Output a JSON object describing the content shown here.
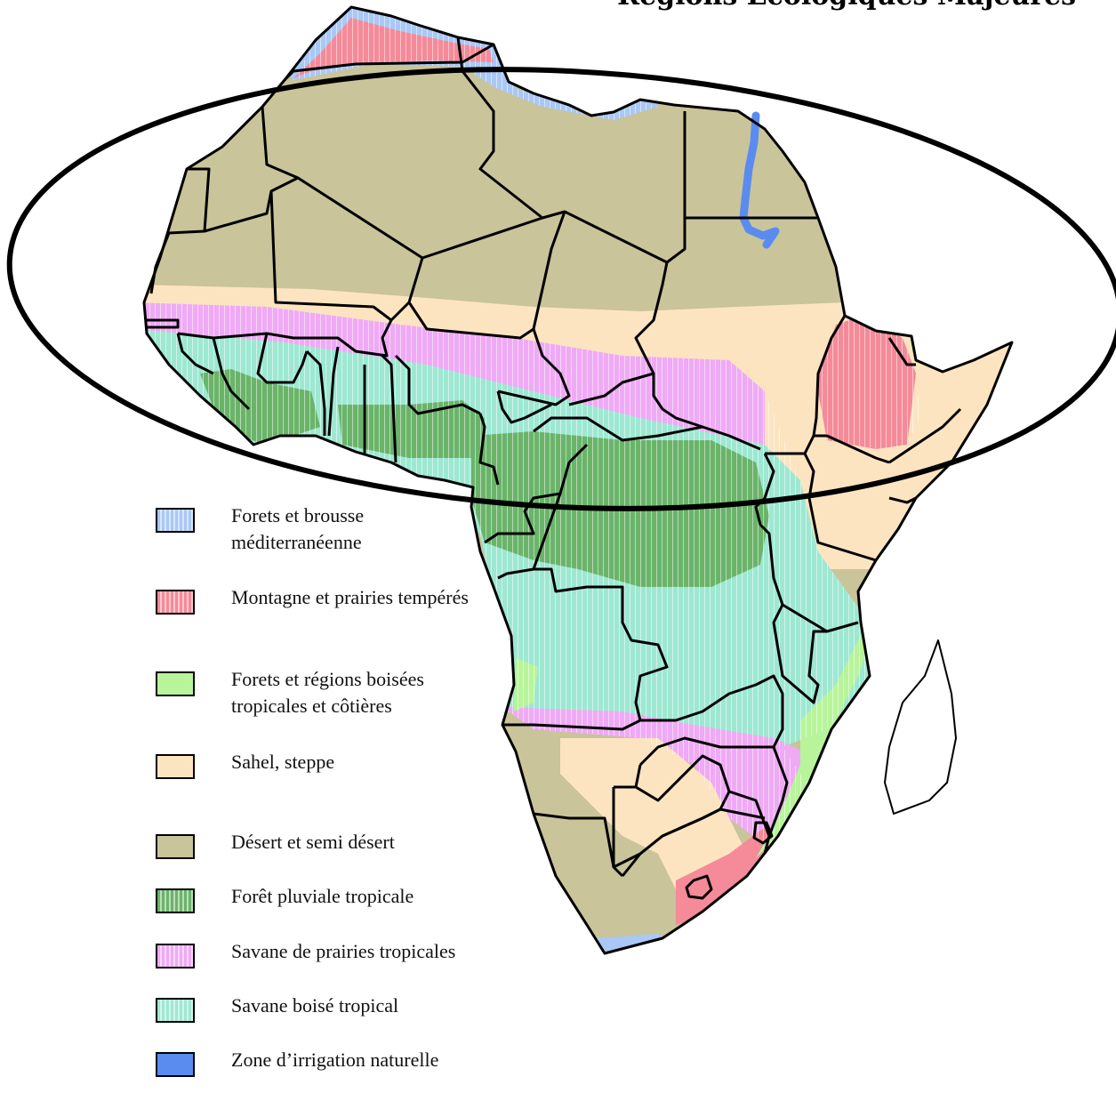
{
  "map": {
    "title": "Régions Écologiques Majeures",
    "colors": {
      "mediterranean": "#a9c8f5",
      "temperate": "#f58a98",
      "tropical_forest": "#b8f59a",
      "sahel": "#fde4c0",
      "desert": "#c9c49a",
      "rainforest": "#6ab46a",
      "savanna_grass": "#efaaf5",
      "savanna_wood": "#9ee8d2",
      "irrigation": "#5a8cf0",
      "border": "#000000",
      "madagascar": "#ffffff"
    }
  },
  "legend": {
    "items": [
      {
        "label": "Forets et brousse méditerranéenne",
        "color": "#a9c8f5",
        "hatched": true
      },
      {
        "label": "Montagne et prairies tempérés",
        "color": "#f58a98",
        "hatched": true
      },
      {
        "label": "Forets et régions boisées tropicales et côtières",
        "color": "#b8f59a",
        "hatched": false
      },
      {
        "label": "Sahel, steppe",
        "color": "#fde4c0",
        "hatched": false
      },
      {
        "label": "Désert et semi désert",
        "color": "#c9c49a",
        "hatched": false
      },
      {
        "label": "Forêt pluviale tropicale",
        "color": "#6ab46a",
        "hatched": true
      },
      {
        "label": "Savane de prairies tropicales",
        "color": "#efaaf5",
        "hatched": true
      },
      {
        "label": "Savane boisé tropical",
        "color": "#9ee8d2",
        "hatched": true
      },
      {
        "label": "Zone d’irrigation naturelle",
        "color": "#5a8cf0",
        "hatched": false
      }
    ]
  }
}
